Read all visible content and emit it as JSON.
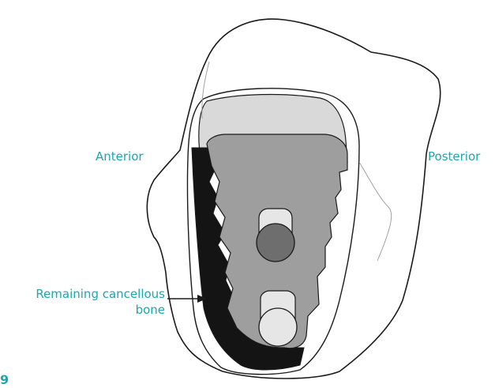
{
  "labels": {
    "anterior": "Anterior",
    "posterior": "Posterior",
    "cancellous_line1": "Remaining cancellous",
    "cancellous_line2": "bone",
    "figure_fragment": "9"
  },
  "colors": {
    "label_text": "#1aa7b0",
    "outline": "#1a1a1a",
    "light_gray": "#d9d9d9",
    "implant_gray": "#9e9e9e",
    "dark_gray": "#6e6e6e",
    "white_gray": "#e6e6e6",
    "cancellous_black": "#141414"
  }
}
